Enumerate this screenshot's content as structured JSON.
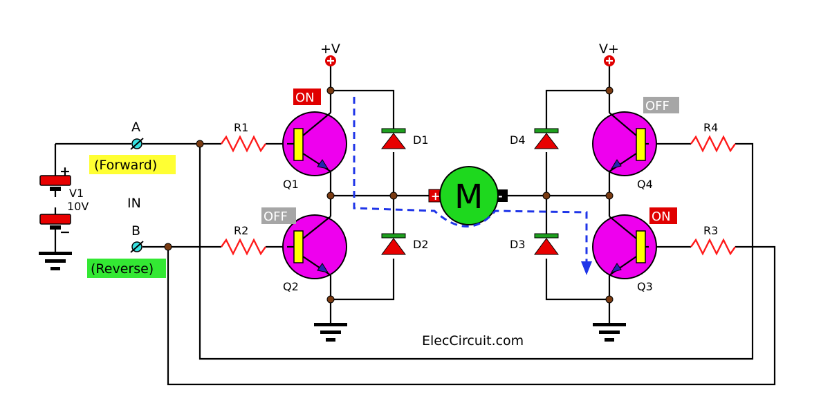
{
  "title": "ElecCircuit.com",
  "supply": {
    "left_label": "+V",
    "right_label": "V+"
  },
  "battery": {
    "name": "V1",
    "voltage": "10V",
    "plus": "+",
    "minus": "−"
  },
  "inputs": {
    "heading": "IN",
    "a": {
      "name": "A",
      "label": "(Forward)",
      "color": "#ffff33"
    },
    "b": {
      "name": "B",
      "label": "(Reverse)",
      "color": "#33e833"
    }
  },
  "transistors": [
    {
      "id": "Q1",
      "state": "ON",
      "state_color": "#e00000"
    },
    {
      "id": "Q2",
      "state": "OFF",
      "state_color": "#a6a6a6"
    },
    {
      "id": "Q3",
      "state": "ON",
      "state_color": "#e00000"
    },
    {
      "id": "Q4",
      "state": "OFF",
      "state_color": "#a6a6a6"
    }
  ],
  "resistors": [
    "R1",
    "R2",
    "R3",
    "R4"
  ],
  "diodes": [
    "D1",
    "D2",
    "D3",
    "D4"
  ],
  "motor": {
    "label": "M",
    "plus": "+",
    "minus": "-"
  },
  "colors": {
    "transistor_fill": "#ee00ee",
    "motor_fill": "#1ed81e",
    "diode_fill": "#e80000",
    "diode_bar": "#1ea01e",
    "resistor": "#ff1a1a",
    "current_path": "#1f35e8",
    "supply_terminal": "#e00000"
  }
}
